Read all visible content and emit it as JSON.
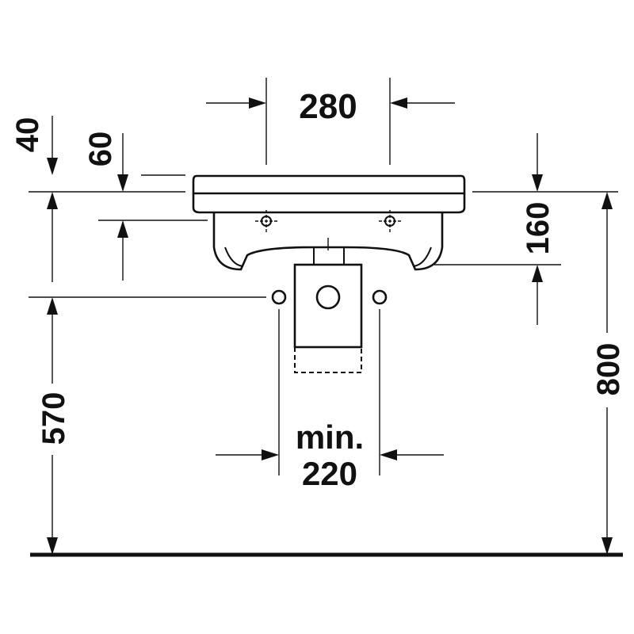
{
  "drawing": {
    "type": "technical-dimension-drawing",
    "units": "mm"
  },
  "dimensions": {
    "width_top": "280",
    "offset_40": "40",
    "offset_60": "60",
    "height_160": "160",
    "height_800": "800",
    "height_570": "570",
    "min_label": "min.",
    "width_min": "220"
  },
  "colors": {
    "line": "#111111",
    "background": "#ffffff"
  }
}
